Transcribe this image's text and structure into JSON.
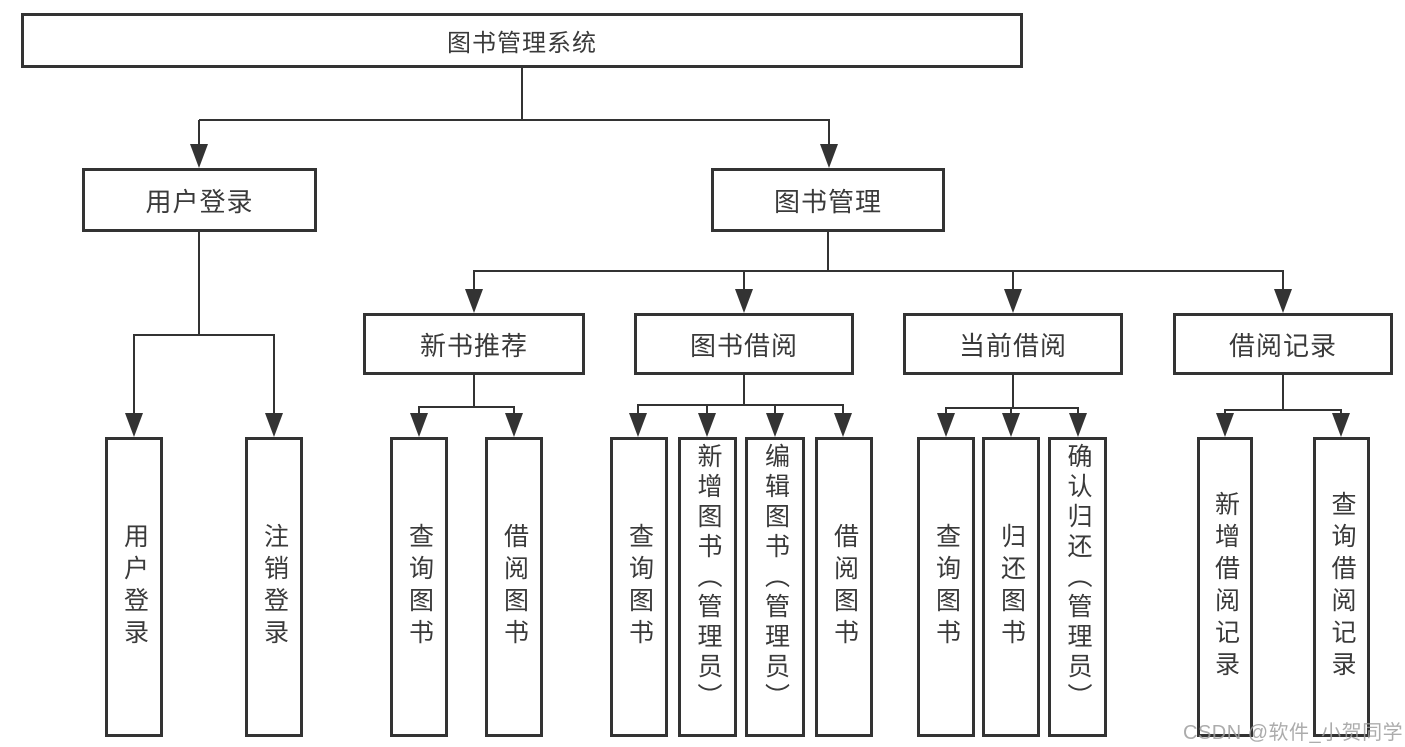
{
  "diagram": {
    "title": "图书管理系统",
    "root": {
      "label": "图书管理系统"
    },
    "level2": {
      "user_login": {
        "label": "用户登录"
      },
      "book_mgmt": {
        "label": "图书管理"
      }
    },
    "level3": {
      "new_book_rec": {
        "label": "新书推荐"
      },
      "book_borrow": {
        "label": "图书借阅"
      },
      "current_borrow": {
        "label": "当前借阅"
      },
      "borrow_records": {
        "label": "借阅记录"
      }
    },
    "leaves": {
      "login": {
        "label": "用户登录"
      },
      "logout": {
        "label": "注销登录"
      },
      "rec_query": {
        "label": "查询图书"
      },
      "rec_borrow": {
        "label": "借阅图书"
      },
      "bb_query": {
        "label": "查询图书"
      },
      "bb_add": {
        "label": "新增图书（管理员）"
      },
      "bb_edit": {
        "label": "编辑图书（管理员）"
      },
      "bb_borrow": {
        "label": "借阅图书"
      },
      "cb_query": {
        "label": "查询图书"
      },
      "cb_return": {
        "label": "归还图书"
      },
      "cb_confirm": {
        "label": "确认归还（管理员）"
      },
      "br_add": {
        "label": "新增借阅记录"
      },
      "br_query": {
        "label": "查询借阅记录"
      }
    },
    "watermark": "CSDN @软件_小贺同学",
    "colors": {
      "line": "#333333",
      "text": "#3a3a3a",
      "background": "#ffffff",
      "watermark": "#9e9e9e"
    }
  }
}
